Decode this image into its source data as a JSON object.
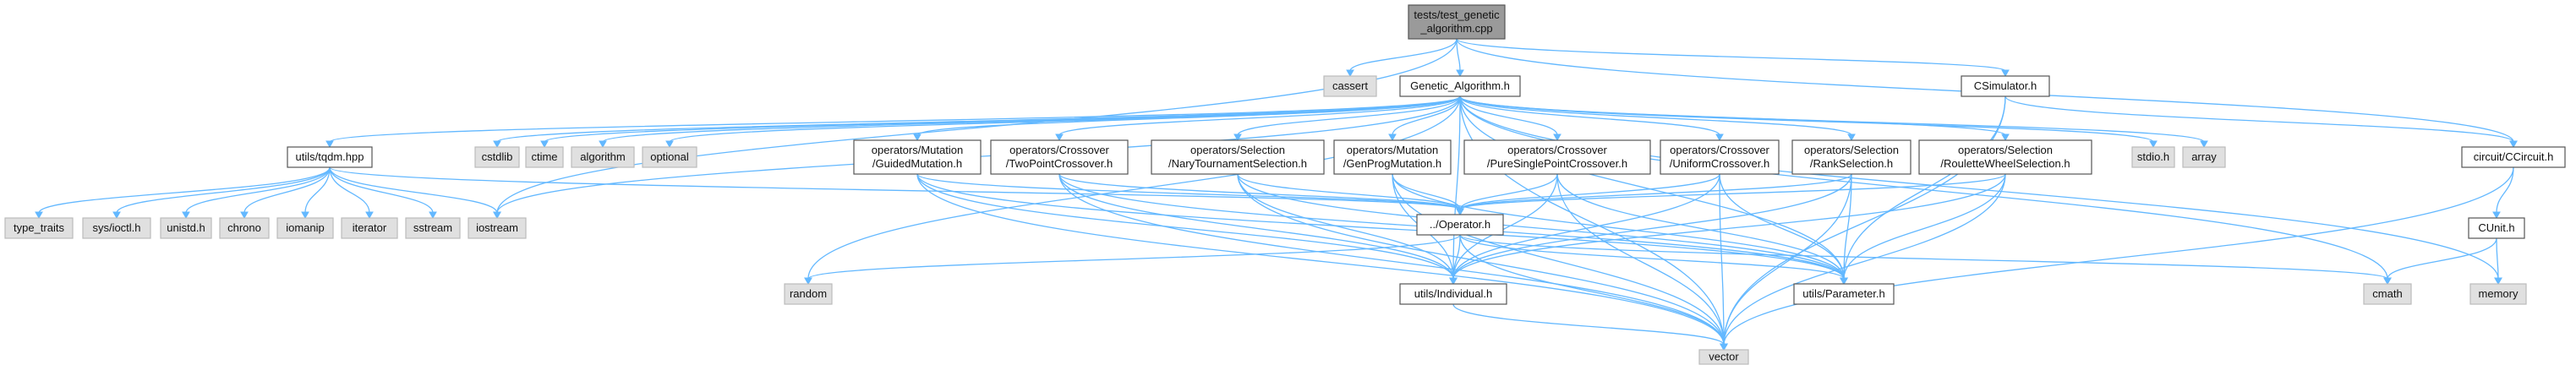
{
  "diagram": {
    "type": "include-dependency-graph",
    "colors": {
      "edge": "#63b8ff",
      "root_fill": "#9a9a9a",
      "system_fill": "#e0e0e0",
      "document_fill": "#ffffff",
      "border": "#555555"
    },
    "nodes": [
      {
        "id": "root",
        "lines": [
          "tests/test_genetic",
          "_algorithm.cpp"
        ],
        "kind": "root"
      },
      {
        "id": "cassert",
        "lines": [
          "cassert"
        ],
        "kind": "system"
      },
      {
        "id": "ga",
        "lines": [
          "Genetic_Algorithm.h"
        ],
        "kind": "document"
      },
      {
        "id": "csim",
        "lines": [
          "CSimulator.h"
        ],
        "kind": "document"
      },
      {
        "id": "tqdm",
        "lines": [
          "utils/tqdm.hpp"
        ],
        "kind": "document"
      },
      {
        "id": "cstdlib",
        "lines": [
          "cstdlib"
        ],
        "kind": "system"
      },
      {
        "id": "ctime",
        "lines": [
          "ctime"
        ],
        "kind": "system"
      },
      {
        "id": "algorithm",
        "lines": [
          "algorithm"
        ],
        "kind": "system"
      },
      {
        "id": "optional",
        "lines": [
          "optional"
        ],
        "kind": "system"
      },
      {
        "id": "guided",
        "lines": [
          "operators/Mutation",
          "/GuidedMutation.h"
        ],
        "kind": "document"
      },
      {
        "id": "twopoint",
        "lines": [
          "operators/Crossover",
          "/TwoPointCrossover.h"
        ],
        "kind": "document"
      },
      {
        "id": "nary",
        "lines": [
          "operators/Selection",
          "/NaryTournamentSelection.h"
        ],
        "kind": "document"
      },
      {
        "id": "genprog",
        "lines": [
          "operators/Mutation",
          "/GenProgMutation.h"
        ],
        "kind": "document"
      },
      {
        "id": "puresingle",
        "lines": [
          "operators/Crossover",
          "/PureSinglePointCrossover.h"
        ],
        "kind": "document"
      },
      {
        "id": "uniform",
        "lines": [
          "operators/Crossover",
          "/UniformCrossover.h"
        ],
        "kind": "document"
      },
      {
        "id": "rank",
        "lines": [
          "operators/Selection",
          "/RankSelection.h"
        ],
        "kind": "document"
      },
      {
        "id": "roulette",
        "lines": [
          "operators/Selection",
          "/RouletteWheelSelection.h"
        ],
        "kind": "document"
      },
      {
        "id": "stdio",
        "lines": [
          "stdio.h"
        ],
        "kind": "system"
      },
      {
        "id": "array",
        "lines": [
          "array"
        ],
        "kind": "system"
      },
      {
        "id": "ccircuit",
        "lines": [
          "circuit/CCircuit.h"
        ],
        "kind": "document"
      },
      {
        "id": "type_traits",
        "lines": [
          "type_traits"
        ],
        "kind": "system"
      },
      {
        "id": "ioctl",
        "lines": [
          "sys/ioctl.h"
        ],
        "kind": "system"
      },
      {
        "id": "unistd",
        "lines": [
          "unistd.h"
        ],
        "kind": "system"
      },
      {
        "id": "chrono",
        "lines": [
          "chrono"
        ],
        "kind": "system"
      },
      {
        "id": "iomanip",
        "lines": [
          "iomanip"
        ],
        "kind": "system"
      },
      {
        "id": "iterator",
        "lines": [
          "iterator"
        ],
        "kind": "system"
      },
      {
        "id": "sstream",
        "lines": [
          "sstream"
        ],
        "kind": "system"
      },
      {
        "id": "iostream",
        "lines": [
          "iostream"
        ],
        "kind": "system"
      },
      {
        "id": "operator",
        "lines": [
          "../Operator.h"
        ],
        "kind": "document"
      },
      {
        "id": "random",
        "lines": [
          "random"
        ],
        "kind": "system"
      },
      {
        "id": "individual",
        "lines": [
          "utils/Individual.h"
        ],
        "kind": "document"
      },
      {
        "id": "parameter",
        "lines": [
          "utils/Parameter.h"
        ],
        "kind": "document"
      },
      {
        "id": "cunit",
        "lines": [
          "CUnit.h"
        ],
        "kind": "document"
      },
      {
        "id": "cmath",
        "lines": [
          "cmath"
        ],
        "kind": "system"
      },
      {
        "id": "memory",
        "lines": [
          "memory"
        ],
        "kind": "system"
      },
      {
        "id": "vector",
        "lines": [
          "vector"
        ],
        "kind": "system"
      }
    ],
    "edges": [
      [
        "root",
        "cassert"
      ],
      [
        "root",
        "ga"
      ],
      [
        "root",
        "csim"
      ],
      [
        "root",
        "ccircuit"
      ],
      [
        "root",
        "iostream"
      ],
      [
        "ga",
        "tqdm"
      ],
      [
        "ga",
        "cstdlib"
      ],
      [
        "ga",
        "ctime"
      ],
      [
        "ga",
        "algorithm"
      ],
      [
        "ga",
        "optional"
      ],
      [
        "ga",
        "guided"
      ],
      [
        "ga",
        "twopoint"
      ],
      [
        "ga",
        "nary"
      ],
      [
        "ga",
        "genprog"
      ],
      [
        "ga",
        "puresingle"
      ],
      [
        "ga",
        "uniform"
      ],
      [
        "ga",
        "rank"
      ],
      [
        "ga",
        "roulette"
      ],
      [
        "ga",
        "stdio"
      ],
      [
        "ga",
        "array"
      ],
      [
        "ga",
        "cmath"
      ],
      [
        "ga",
        "memory"
      ],
      [
        "ga",
        "vector"
      ],
      [
        "ga",
        "random"
      ],
      [
        "ga",
        "iostream"
      ],
      [
        "ga",
        "individual"
      ],
      [
        "ga",
        "parameter"
      ],
      [
        "csim",
        "ccircuit"
      ],
      [
        "csim",
        "vector"
      ],
      [
        "csim",
        "parameter"
      ],
      [
        "tqdm",
        "type_traits"
      ],
      [
        "tqdm",
        "ioctl"
      ],
      [
        "tqdm",
        "unistd"
      ],
      [
        "tqdm",
        "chrono"
      ],
      [
        "tqdm",
        "iomanip"
      ],
      [
        "tqdm",
        "iterator"
      ],
      [
        "tqdm",
        "sstream"
      ],
      [
        "tqdm",
        "iostream"
      ],
      [
        "tqdm",
        "operator"
      ],
      [
        "guided",
        "operator"
      ],
      [
        "guided",
        "individual"
      ],
      [
        "guided",
        "parameter"
      ],
      [
        "guided",
        "vector"
      ],
      [
        "twopoint",
        "operator"
      ],
      [
        "twopoint",
        "individual"
      ],
      [
        "twopoint",
        "parameter"
      ],
      [
        "twopoint",
        "vector"
      ],
      [
        "nary",
        "operator"
      ],
      [
        "nary",
        "individual"
      ],
      [
        "nary",
        "parameter"
      ],
      [
        "nary",
        "vector"
      ],
      [
        "genprog",
        "operator"
      ],
      [
        "genprog",
        "individual"
      ],
      [
        "genprog",
        "parameter"
      ],
      [
        "genprog",
        "vector"
      ],
      [
        "puresingle",
        "operator"
      ],
      [
        "puresingle",
        "individual"
      ],
      [
        "puresingle",
        "parameter"
      ],
      [
        "puresingle",
        "vector"
      ],
      [
        "uniform",
        "operator"
      ],
      [
        "uniform",
        "individual"
      ],
      [
        "uniform",
        "parameter"
      ],
      [
        "uniform",
        "vector"
      ],
      [
        "rank",
        "operator"
      ],
      [
        "rank",
        "individual"
      ],
      [
        "rank",
        "parameter"
      ],
      [
        "rank",
        "vector"
      ],
      [
        "roulette",
        "operator"
      ],
      [
        "roulette",
        "individual"
      ],
      [
        "roulette",
        "parameter"
      ],
      [
        "roulette",
        "vector"
      ],
      [
        "operator",
        "individual"
      ],
      [
        "operator",
        "parameter"
      ],
      [
        "operator",
        "random"
      ],
      [
        "operator",
        "cmath"
      ],
      [
        "operator",
        "vector"
      ],
      [
        "individual",
        "vector"
      ],
      [
        "ccircuit",
        "cunit"
      ],
      [
        "ccircuit",
        "vector"
      ],
      [
        "cunit",
        "cmath"
      ],
      [
        "cunit",
        "memory"
      ]
    ]
  }
}
